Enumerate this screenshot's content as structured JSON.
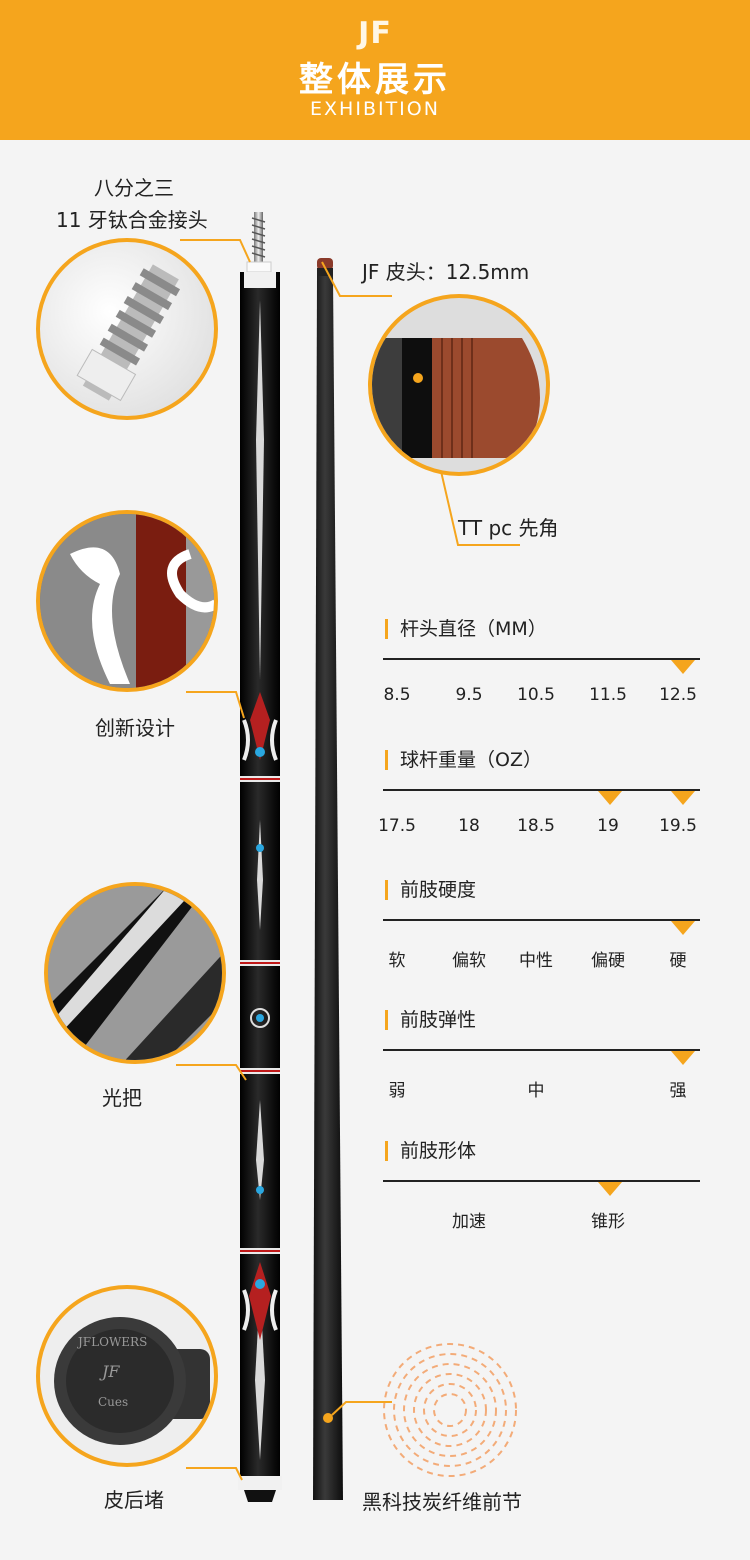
{
  "header": {
    "brand": "JF",
    "title": "整体展示",
    "subtitle": "EXHIBITION"
  },
  "labels": {
    "joint_line1": "八分之三",
    "joint_line2": "11 牙钛合金接头",
    "tip": "JF 皮头：12.5mm",
    "ferrule": "TT pc 先角",
    "design": "创新设计",
    "grip": "光把",
    "bumper": "皮后堵",
    "shaft": "黑科技炭纤维前节"
  },
  "bumper_text": {
    "top": "JFLOWERS",
    "bottom": "Cues",
    "logo": "JF"
  },
  "specs": [
    {
      "title": "杆头直径（MM）",
      "ticks": [
        "8.5",
        "9.5",
        "10.5",
        "11.5",
        "12.5"
      ],
      "selected": [
        4
      ]
    },
    {
      "title": "球杆重量（OZ）",
      "ticks": [
        "17.5",
        "18",
        "18.5",
        "19",
        "19.5"
      ],
      "selected": [
        3,
        4
      ]
    },
    {
      "title": "前肢硬度",
      "ticks": [
        "软",
        "偏软",
        "中性",
        "偏硬",
        "硬"
      ],
      "selected": [
        4
      ]
    },
    {
      "title": "前肢弹性",
      "ticks": [
        "弱",
        "",
        "中",
        "",
        "强"
      ],
      "selected": [
        4
      ]
    },
    {
      "title": "前肢形体",
      "ticks": [
        "",
        "加速",
        "",
        "锥形",
        ""
      ],
      "selected": [
        3
      ]
    }
  ],
  "colors": {
    "accent": "#f5a51d",
    "cue": "#111111",
    "shaft": "#1c1c1c"
  }
}
